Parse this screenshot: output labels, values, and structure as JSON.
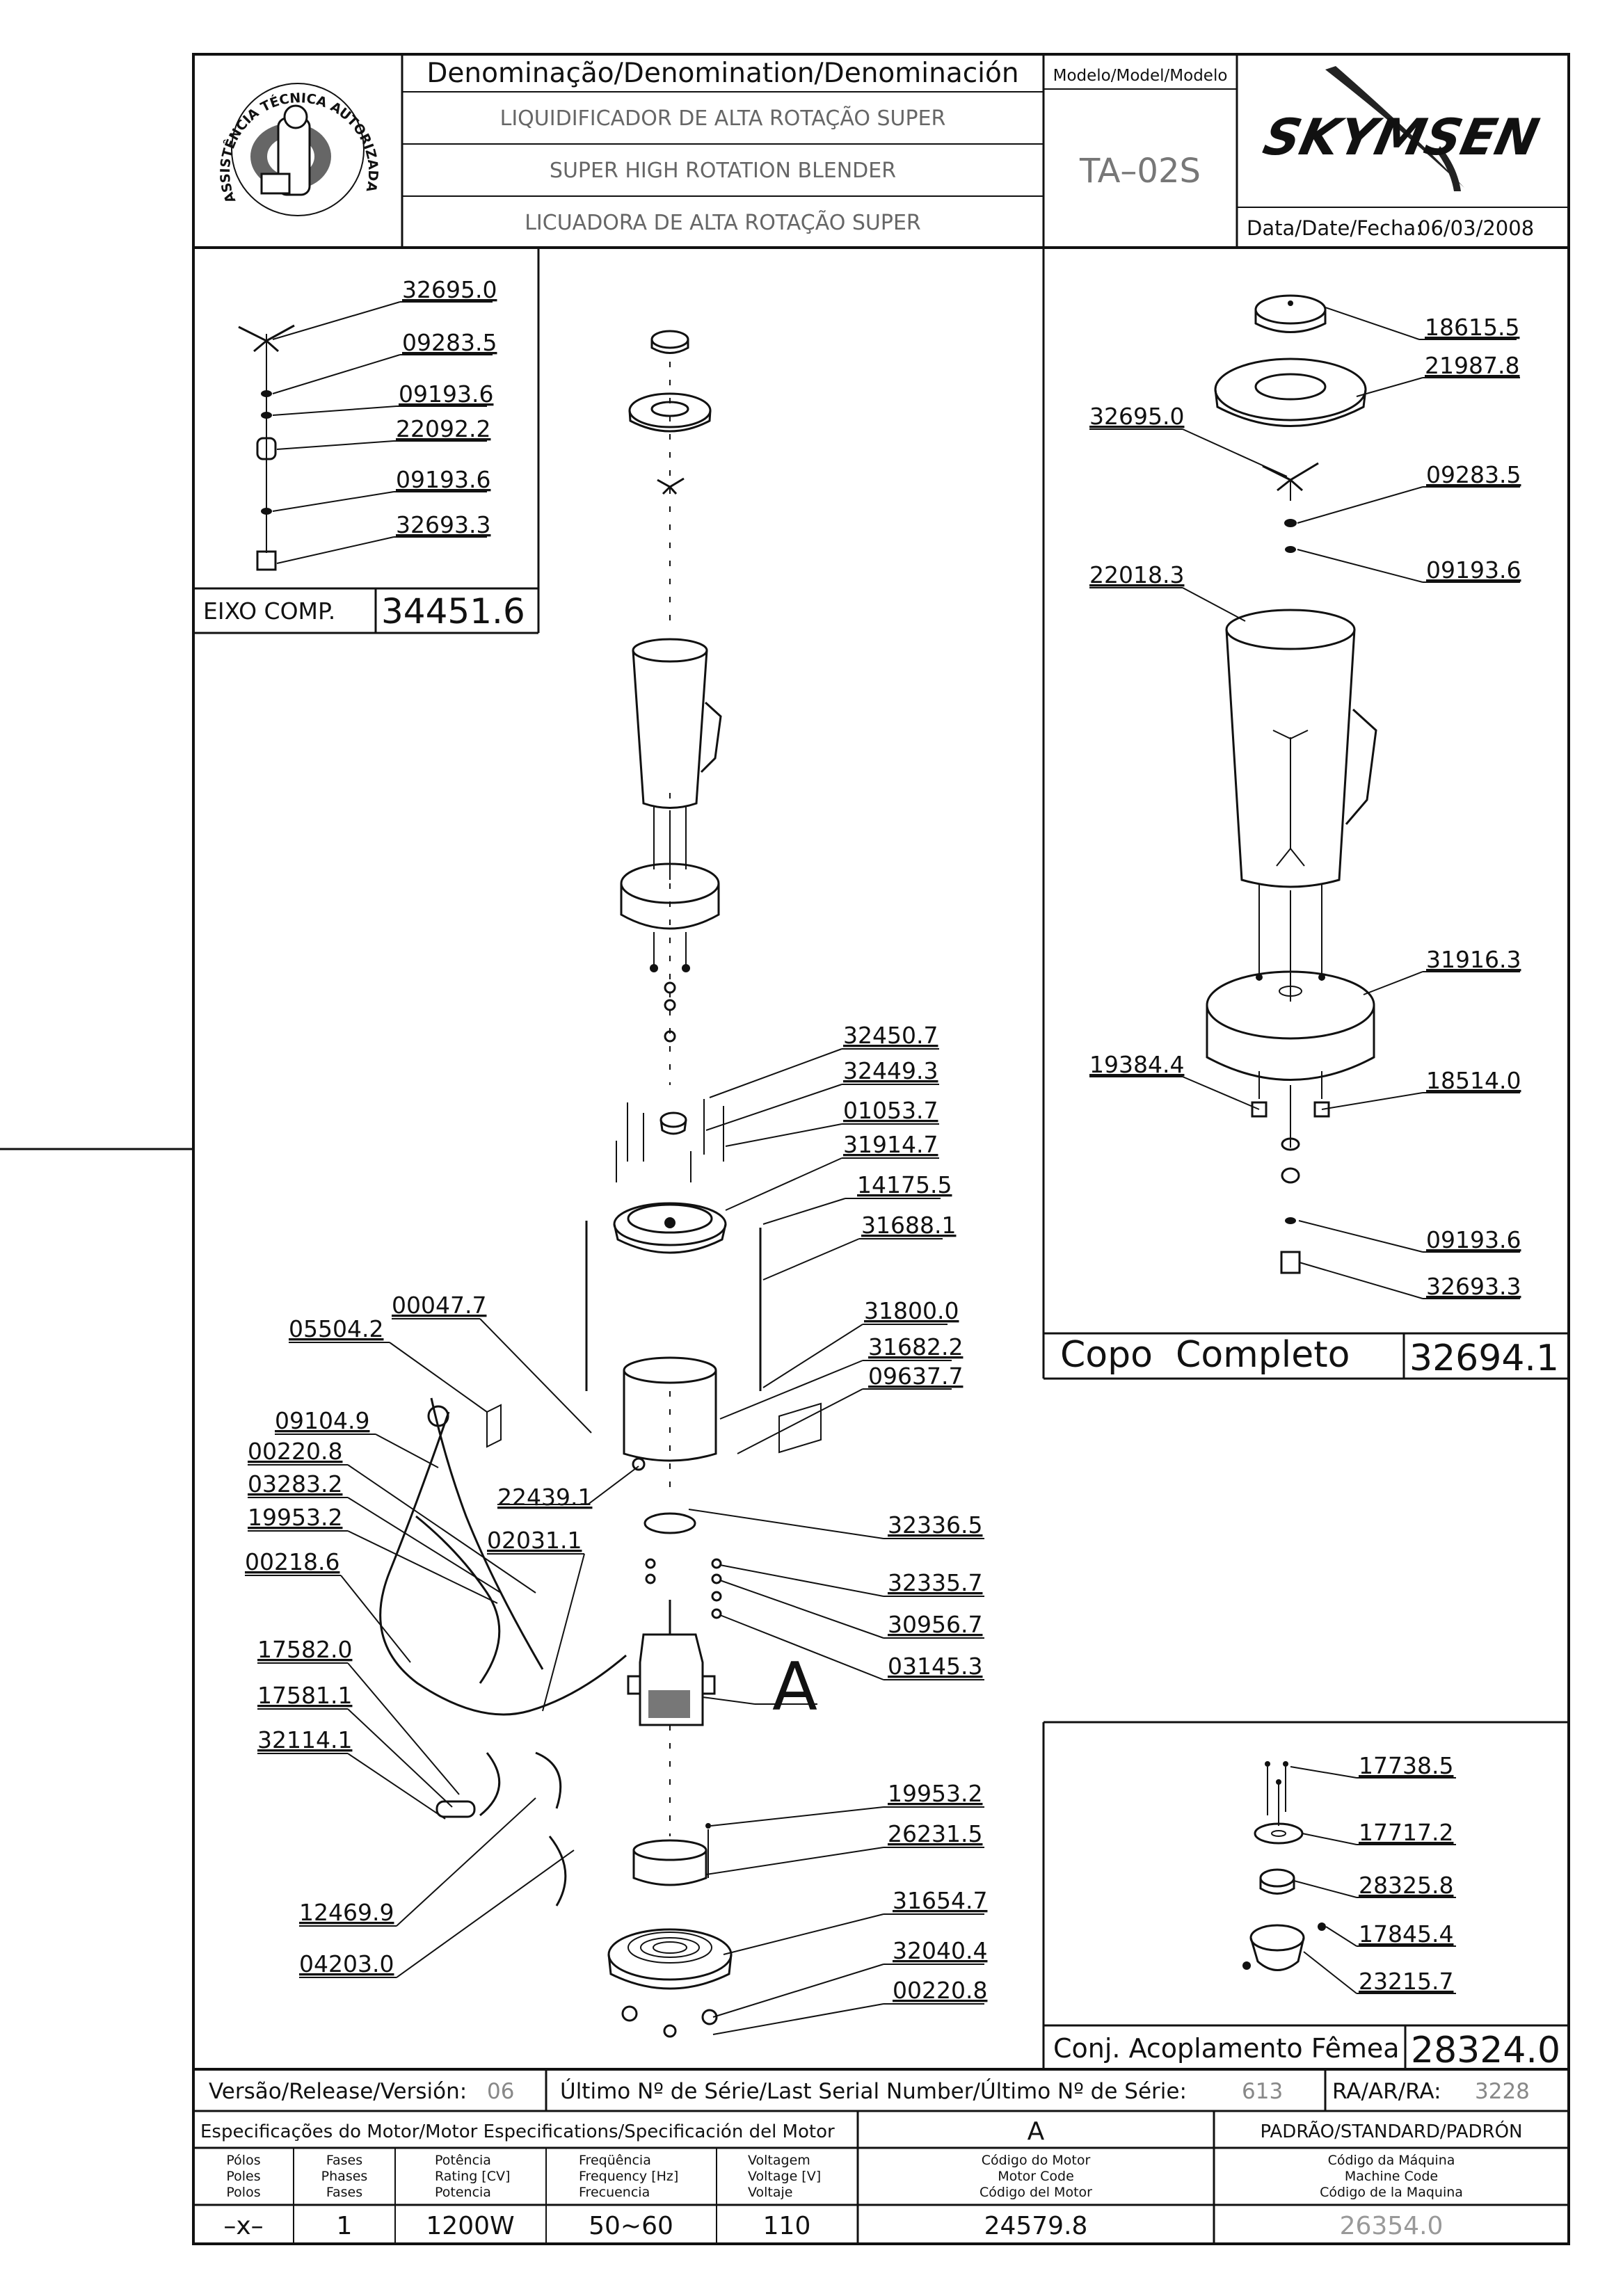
{
  "header": {
    "denomination_title": "Denominação/Denomination/Denominación",
    "name_pt": "LIQUIDIFICADOR DE ALTA ROTAÇÃO SUPER",
    "name_en": "SUPER HIGH ROTATION BLENDER",
    "name_es": "LICUADORA DE ALTA ROTAÇÃO SUPER",
    "model_label": "Modelo/Model/Modelo",
    "model_value": "TA–02S",
    "brand": "SKYMSEN",
    "date_label": "Data/Date/Fecha:",
    "date_value": "06/03/2008",
    "seal_text": "ASSISTÊNCIA TÉCNICA AUTORIZADA"
  },
  "shaft_box": {
    "title": "EIXO COMP.",
    "code": "34451.6",
    "parts": [
      "32695.0",
      "09283.5",
      "09193.6",
      "22092.2",
      "09193.6",
      "32693.3"
    ]
  },
  "cup_box": {
    "title": "Copo  Completo",
    "code": "32694.1",
    "parts": [
      "18615.5",
      "21987.8",
      "32695.0",
      "09283.5",
      "09193.6",
      "22018.3",
      "31916.3",
      "19384.4",
      "18514.0",
      "09193.6",
      "32693.3"
    ]
  },
  "coupling_box": {
    "title": "Conj. Acoplamento Fêmea",
    "code": "28324.0",
    "parts": [
      "17738.5",
      "17717.2",
      "28325.8",
      "17845.4",
      "23215.7"
    ]
  },
  "main_parts": {
    "right": [
      "32450.7",
      "32449.3",
      "01053.7",
      "31914.7",
      "14175.5",
      "31688.1",
      "31800.0",
      "31682.2",
      "09637.7",
      "32336.5",
      "32335.7",
      "30956.7",
      "03145.3",
      "19953.2",
      "26231.5",
      "31654.7",
      "32040.4",
      "00220.8"
    ],
    "left": [
      "00047.7",
      "05504.2",
      "09104.9",
      "00220.8",
      "03283.2",
      "19953.2",
      "00218.6",
      "02031.1",
      "22439.1",
      "17582.0",
      "17581.1",
      "32114.1",
      "12469.9",
      "04203.0"
    ],
    "motor_letter": "A"
  },
  "footer": {
    "version_label": "Versão/Release/Versión:",
    "version_value": "06",
    "serial_label": "Último Nº de Série/Last Serial Number/Último Nº de Série:",
    "serial_value": "613",
    "ra_label": "RA/AR/RA:",
    "ra_value": "3228",
    "motor_spec_label": "Especificações do Motor/Motor Especifications/Specificación del Motor",
    "motor_spec_letter": "A",
    "standard_label": "PADRÃO/STANDARD/PADRÓN",
    "columns": [
      {
        "l1": "Pólos",
        "l2": "Poles",
        "l3": "Polos",
        "value": "–x–"
      },
      {
        "l1": "Fases",
        "l2": "Phases",
        "l3": "Fases",
        "value": "1"
      },
      {
        "l1": "Potência",
        "l2": "Rating [CV]",
        "l3": "Potencia",
        "value": "1200W"
      },
      {
        "l1": "Freqüência",
        "l2": "Frequency [Hz]",
        "l3": "Frecuencia",
        "value": "50~60"
      },
      {
        "l1": "Voltagem",
        "l2": "Voltage [V]",
        "l3": "Voltaje",
        "value": "110"
      },
      {
        "l1": "Código do Motor",
        "l2": "Motor Code",
        "l3": "Código del Motor",
        "value": "24579.8"
      },
      {
        "l1": "Código da Máquina",
        "l2": "Machine Code",
        "l3": "Código de la Maquina",
        "value": "26354.0"
      }
    ]
  }
}
